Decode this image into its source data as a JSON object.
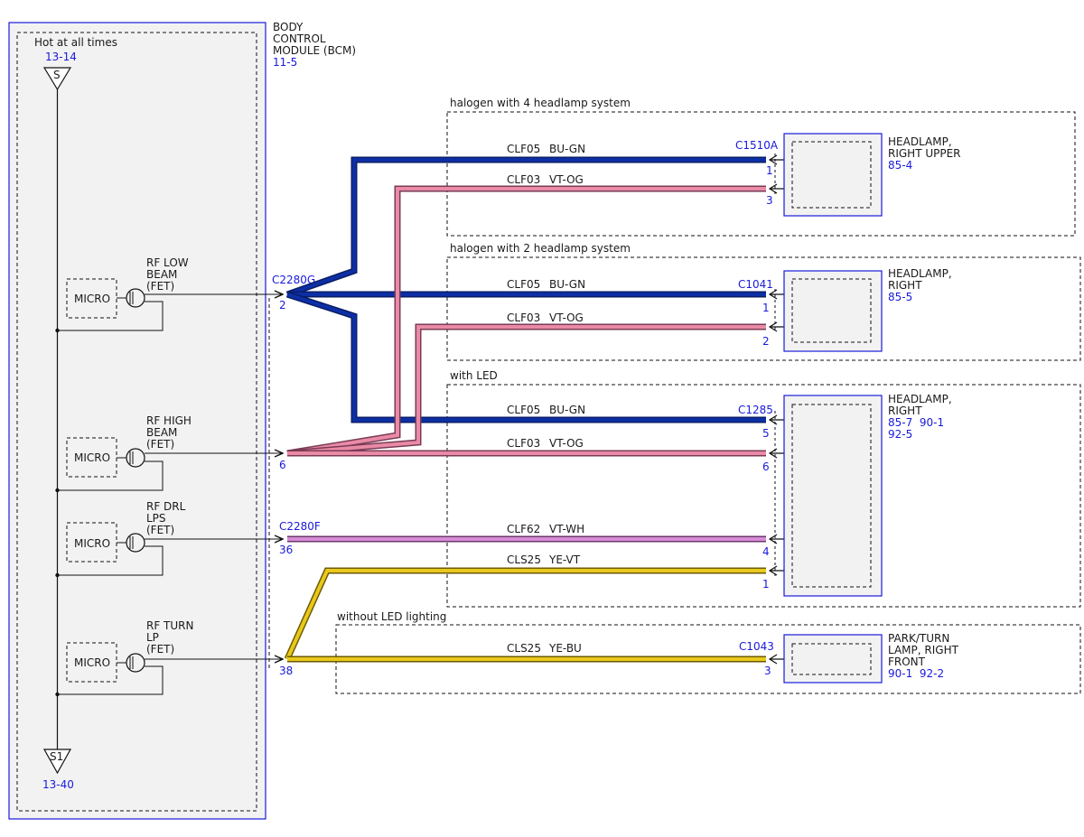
{
  "bcm": {
    "name_lines": [
      "BODY",
      "CONTROL",
      "MODULE (BCM)"
    ],
    "ref": "11-5",
    "hot_label": "Hot at all times",
    "top_ref": "13-14",
    "top_splice": "S",
    "bottom_splice": "S1",
    "bottom_ref": "13-40"
  },
  "drivers": [
    {
      "micro": "MICRO",
      "label_lines": [
        "RF LOW",
        "BEAM",
        "(FET)"
      ]
    },
    {
      "micro": "MICRO",
      "label_lines": [
        "RF HIGH",
        "BEAM",
        "(FET)"
      ]
    },
    {
      "micro": "MICRO",
      "label_lines": [
        "RF DRL",
        "LPS",
        "(FET)"
      ]
    },
    {
      "micro": "MICRO",
      "label_lines": [
        "RF TURN",
        "LP",
        "(FET)"
      ]
    }
  ],
  "bcm_connectors": [
    {
      "name": "C2280G",
      "pin": "2"
    },
    {
      "name": "",
      "pin": "6"
    },
    {
      "name": "C2280F",
      "pin": "36"
    },
    {
      "name": "",
      "pin": "38"
    }
  ],
  "options": [
    "halogen with 4 headlamp system",
    "halogen with 2 headlamp system",
    "with LED",
    "without LED lighting"
  ],
  "circuits": [
    {
      "circuit": "CLF05",
      "color": "BU-GN",
      "pin": "1"
    },
    {
      "circuit": "CLF03",
      "color": "VT-OG",
      "pin": "3"
    },
    {
      "circuit": "CLF05",
      "color": "BU-GN",
      "pin": "1"
    },
    {
      "circuit": "CLF03",
      "color": "VT-OG",
      "pin": "2"
    },
    {
      "circuit": "CLF05",
      "color": "BU-GN",
      "pin": "5"
    },
    {
      "circuit": "CLF03",
      "color": "VT-OG",
      "pin": "6"
    },
    {
      "circuit": "CLF62",
      "color": "VT-WH",
      "pin": "4"
    },
    {
      "circuit": "CLS25",
      "color": "YE-VT",
      "pin": "1"
    },
    {
      "circuit": "CLS25",
      "color": "YE-BU",
      "pin": "3"
    }
  ],
  "components": [
    {
      "connector": "C1510A",
      "name_lines": [
        "HEADLAMP,",
        "RIGHT UPPER"
      ],
      "ref_lines": [
        "85-4"
      ]
    },
    {
      "connector": "C1041",
      "name_lines": [
        "HEADLAMP,",
        "RIGHT"
      ],
      "ref_lines": [
        "85-5"
      ]
    },
    {
      "connector": "C1285",
      "name_lines": [
        "HEADLAMP,",
        "RIGHT"
      ],
      "ref_lines": [
        "85-7  90-1",
        "92-5"
      ]
    },
    {
      "connector": "C1043",
      "name_lines": [
        "PARK/TURN",
        "LAMP, RIGHT",
        "FRONT"
      ],
      "ref_lines": [
        "90-1  92-2"
      ]
    }
  ],
  "colors": {
    "ref_text": "#1a1adc",
    "module_border": "#1a1adc",
    "wire_blue": "#0d2fa6",
    "wire_pink": "#e98aa6",
    "wire_violet": "#d88ad8",
    "wire_yellow": "#e8c81c"
  }
}
